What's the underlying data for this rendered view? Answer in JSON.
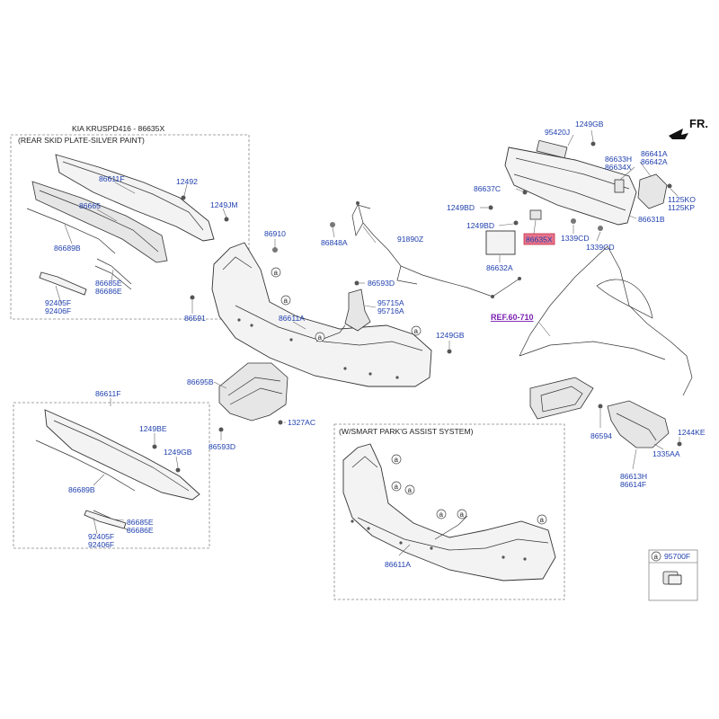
{
  "header": {
    "title": "KIA KRUSPD416 - 86635X"
  },
  "sections": {
    "rear_skid": "(REAR SKID PLATE-SILVER PAINT)",
    "smart_park": "(W/SMART PARK'G ASSIST SYSTEM)"
  },
  "direction": "FR.",
  "reference": "REF.60-710",
  "callout_letter": "a",
  "highlight_part": "86635X",
  "labels": {
    "p86611F_top": "86611F",
    "p12492": "12492",
    "p86665": "86665",
    "p1249JM": "1249JM",
    "p86689B_top": "86689B",
    "p86685E_top": "86685E",
    "p86686E_top": "86686E",
    "p92405F_top": "92405F",
    "p92406F_top": "92406F",
    "p86910": "86910",
    "p86848A": "86848A",
    "p91890Z": "91890Z",
    "p86593D_mid": "86593D",
    "p95715A": "95715A",
    "p95716A": "95716A",
    "p86591": "86591",
    "p86611A_mid": "86611A",
    "p1249GB_mid": "1249GB",
    "p86695B": "86695B",
    "p1327AC": "1327AC",
    "p86593D_low": "86593D",
    "p95420J": "95420J",
    "p1249GB_top": "1249GB",
    "p86633H": "86633H",
    "p86634X": "86634X",
    "p86641A": "86641A",
    "p86642A": "86642A",
    "p86637C": "86637C",
    "p1249BD_a": "1249BD",
    "p1249BD_b": "1249BD",
    "p1125KO": "1125KO",
    "p1125KP": "1125KP",
    "p86631B": "86631B",
    "p1339CD_a": "1339CD",
    "p1339CD_b": "1339CD",
    "p86632A": "86632A",
    "p86611F_low": "86611F",
    "p1249BE": "1249BE",
    "p1249GB_low": "1249GB",
    "p86689B_low": "86689B",
    "p86685E_low": "86685E",
    "p86686E_low": "86686E",
    "p92405F_low": "92405F",
    "p92406F_low": "92406F",
    "p86594": "86594",
    "p1244KE": "1244KE",
    "p1335AA": "1335AA",
    "p86613H": "86613H",
    "p86614F": "86614F",
    "p86611A_low": "86611A",
    "p95700F": "95700F"
  }
}
